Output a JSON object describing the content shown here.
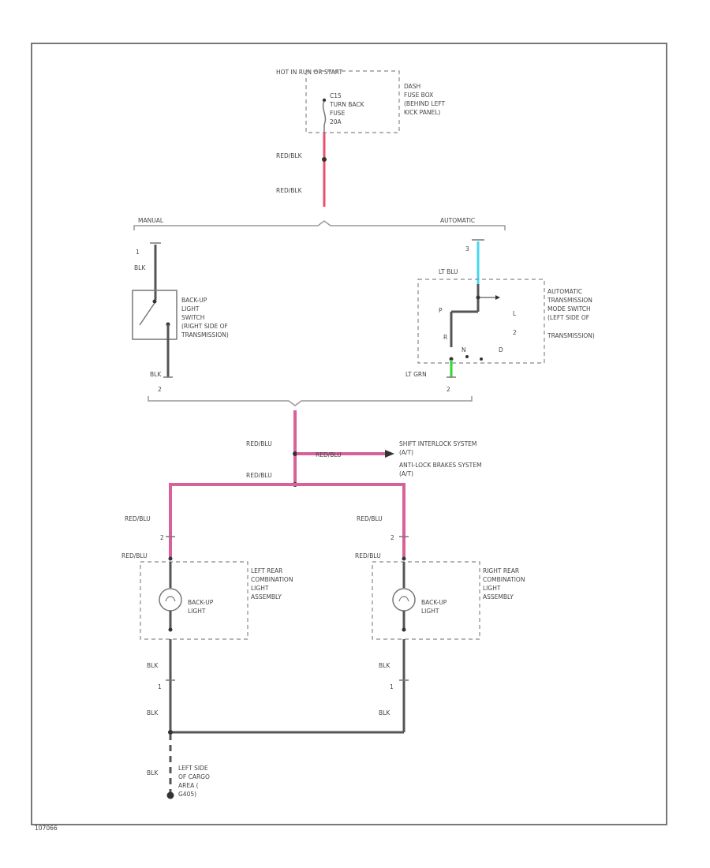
{
  "power": {
    "source": "HOT IN RUN OR START",
    "fuse_id": "C15",
    "fuse_name_1": "TURN BACK",
    "fuse_name_2": "FUSE",
    "fuse_rating": "20A",
    "box_1": "DASH",
    "box_2": "FUSE BOX",
    "box_3": "(BEHIND LEFT",
    "box_4": "KICK PANEL)"
  },
  "wires": {
    "red_blk_1": "RED/BLK",
    "red_blk_2": "RED/BLK",
    "red_blu_1": "RED/BLU",
    "red_blu_2": "RED/BLU",
    "red_blu_3": "RED/BLU",
    "red_blu_left": "RED/BLU",
    "red_blu_right": "RED/BLU",
    "red_blu_left_2": "RED/BLU",
    "red_blu_right_2": "RED/BLU",
    "blk_1": "BLK",
    "blk_2": "BLK",
    "blk_left_1": "BLK",
    "blk_left_2": "BLK",
    "blk_right_1": "BLK",
    "blk_right_2": "BLK",
    "blk_ground": "BLK",
    "lt_blu": "LT BLU",
    "lt_grn": "LT GRN"
  },
  "branches": {
    "manual": "MANUAL",
    "automatic": "AUTOMATIC"
  },
  "manual_switch": {
    "pin_top": "1",
    "pin_bottom": "2",
    "l1": "BACK-UP",
    "l2": "LIGHT",
    "l3": "SWITCH",
    "l4": "(RIGHT SIDE OF",
    "l5": "TRANSMISSION)"
  },
  "auto_switch": {
    "pin_top": "3",
    "pin_bottom": "2",
    "l1": "AUTOMATIC",
    "l2": "TRANSMISSION",
    "l3": "MODE SWITCH",
    "l4": "(LEFT SIDE OF",
    "l5": "TRANSMISSION)",
    "pos_p": "P",
    "pos_l": "L",
    "pos_2": "2",
    "pos_d": "D",
    "pos_n": "N",
    "pos_r": "R"
  },
  "systems": {
    "line_1": "SHIFT INTERLOCK SYSTEM",
    "line_2": "(A/T)",
    "line_3": "ANTI-LOCK BRAKES SYSTEM",
    "line_4": "(A/T)"
  },
  "left_lamp": {
    "pin_1": "2",
    "pin_2": "1",
    "bulb": "BACK-UP",
    "bulb_2": "LIGHT",
    "l1": "LEFT REAR",
    "l2": "COMBINATION",
    "l3": "LIGHT",
    "l4": "ASSEMBLY"
  },
  "right_lamp": {
    "pin_1": "2",
    "pin_2": "1",
    "bulb": "BACK-UP",
    "bulb_2": "LIGHT",
    "l1": "RIGHT REAR",
    "l2": "COMBINATION",
    "l3": "LIGHT",
    "l4": "ASSEMBLY"
  },
  "ground": {
    "l1": "LEFT SIDE",
    "l2": "OF CARGO",
    "l3": "AREA (",
    "l4": "G405)"
  },
  "figure_id": "107066"
}
